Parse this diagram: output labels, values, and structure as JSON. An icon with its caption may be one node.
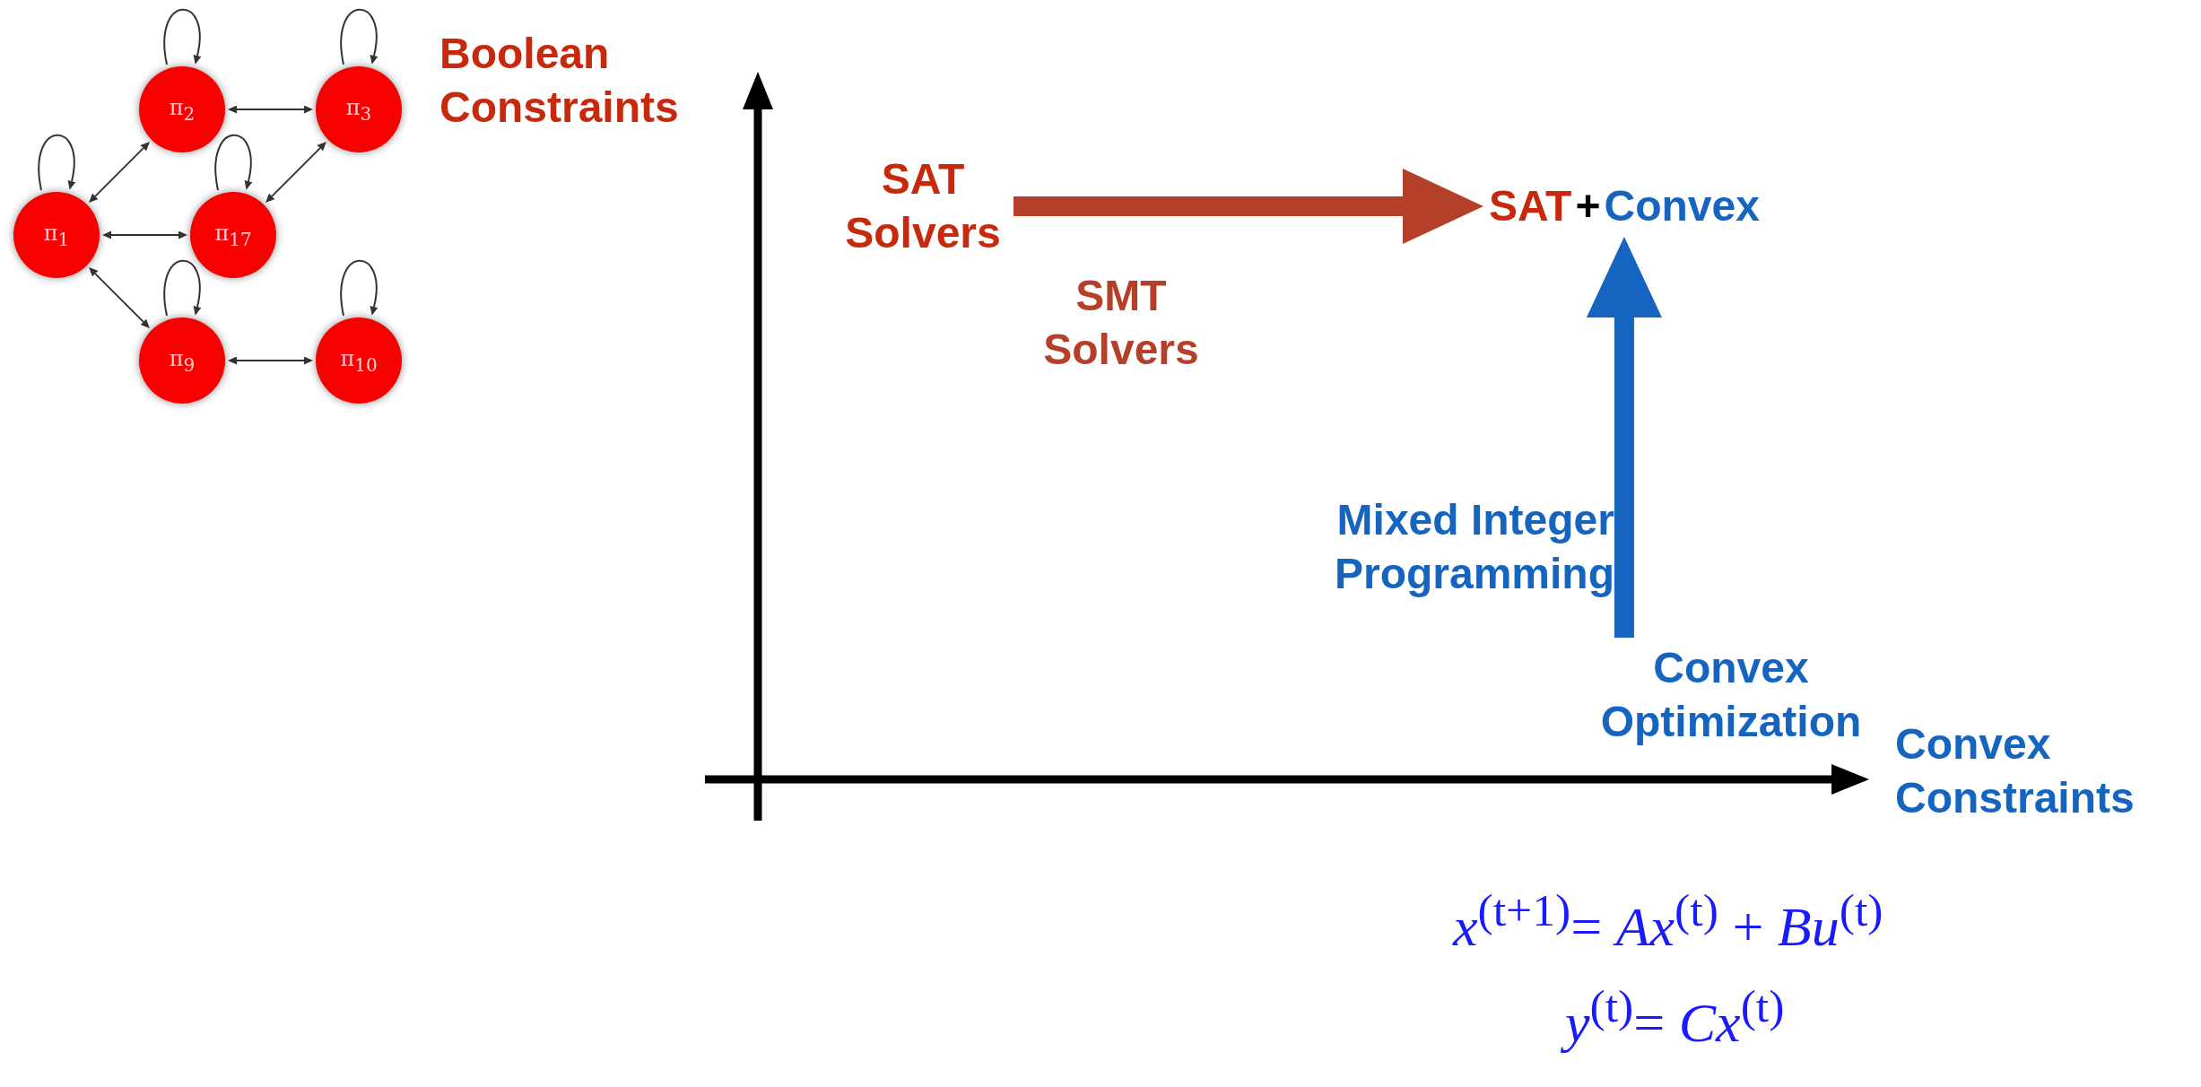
{
  "diagram": {
    "nodes": [
      {
        "text": [
          "π$_{2}$"
        ]
      },
      {
        "text": [
          "π$_{3}$"
        ]
      },
      {
        "text": [
          "π$_{1}$"
        ]
      },
      {
        "text": [
          "π$_{17}$"
        ]
      },
      {
        "text": [
          "π$_{9}$"
        ]
      },
      {
        "text": [
          "π$_{10}$"
        ]
      },
      {
        "text": [
          "SAT Solvers"
        ]
      },
      {
        "text": [
          "SAT",
          "+",
          "Convex"
        ]
      },
      {
        "text": [
          "Convex Optimization"
        ]
      }
    ],
    "edges": [
      {
        "from": 0,
        "to": 0,
        "arrow": "to"
      },
      {
        "from": 1,
        "to": 1,
        "arrow": "to"
      },
      {
        "from": 2,
        "to": 2,
        "arrow": "to"
      },
      {
        "from": 3,
        "to": 3,
        "arrow": "to"
      },
      {
        "from": 4,
        "to": 4,
        "arrow": "to"
      },
      {
        "from": 5,
        "to": 5,
        "arrow": "to"
      },
      {
        "from": 0,
        "to": 1,
        "arrow": "both"
      },
      {
        "from": 2,
        "to": 0,
        "arrow": "both"
      },
      {
        "from": 1,
        "to": 3,
        "arrow": "both"
      },
      {
        "from": 2,
        "to": 3,
        "arrow": "both"
      },
      {
        "from": 2,
        "to": 4,
        "arrow": "both"
      },
      {
        "from": 4,
        "to": 5,
        "arrow": "both"
      },
      {
        "from": 6,
        "to": 7,
        "arrow": "to",
        "label": "SMT Solvers",
        "style": "thick",
        "color": "#b5402a"
      },
      {
        "from": 8,
        "to": 7,
        "arrow": "to",
        "label": "Mixed Integer Programming",
        "style": "thick",
        "color": "#1565c0"
      }
    ],
    "labels": [
      "Boolean Constraints",
      "Convex Constraints",
      "*x*$^{(t+1)}$= *Ax*$^{(t)}$ + *Bu*$^{(t)}$",
      "*y*$^{(t)}$= *Cx*$^{(t)}$"
    ]
  }
}
